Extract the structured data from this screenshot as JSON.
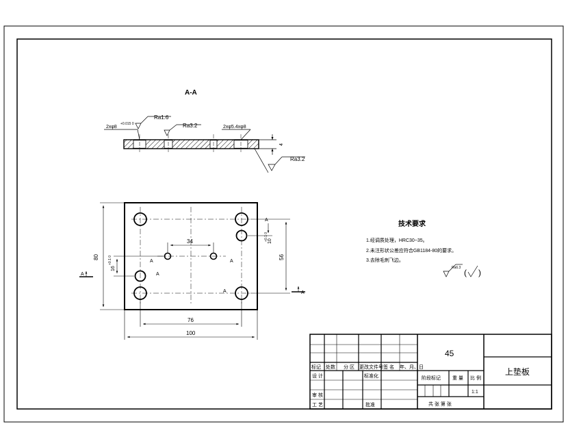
{
  "section": {
    "title": "A-A"
  },
  "roughness": {
    "ra16": "Ra1.6",
    "ra32_top": "Ra3.2",
    "ra32_side": "Ra3.2",
    "general": "Ra6.3"
  },
  "dimensions": {
    "hole_small": "2xφ8",
    "hole_small_tol": "+0.015 0",
    "hole_large": "2xφ5.4xφ8",
    "thickness": "4",
    "height_total": "80",
    "height_inner": "56",
    "width_inner": "76",
    "width_total": "100",
    "spacing": "34",
    "offset_left": "16",
    "offset_left_tol": "+0.1 0",
    "offset_right": "10",
    "offset_right_tol": "+0.1 0"
  },
  "section_marks": {
    "left_a": "A",
    "right_a": "A",
    "left_arrow": "A",
    "right_arrow": "A",
    "inner_a1": "A",
    "inner_a2": "A",
    "inner_a3": "A"
  },
  "tech": {
    "title": "技术要求",
    "lines": [
      "1.经调质处理，HRC30~35。",
      "2.未注形状公差应符合GB1184-80的要求。",
      "3.去除毛刺飞边。"
    ]
  },
  "title_block": {
    "material": "45",
    "part_name": "上垫板",
    "scale": "1:1",
    "hdr_mark": "标记",
    "hdr_count": "处数",
    "hdr_zone": "分 区",
    "hdr_doc": "更改文件号",
    "hdr_sign": "签 名",
    "hdr_date": "年、月、日",
    "design": "设 计",
    "standard": "标准化",
    "review": "审 核",
    "process": "工 艺",
    "approve": "批准",
    "stage_label": "阶段标记",
    "weight_label": "重 量",
    "scale_label": "比 例",
    "sheets_label": "共   张   第   张"
  },
  "colors": {
    "line": "#000000",
    "background": "#ffffff"
  }
}
